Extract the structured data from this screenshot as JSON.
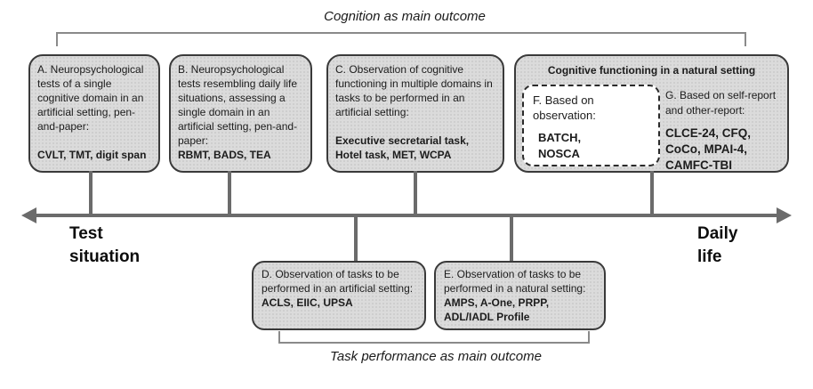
{
  "labels": {
    "top_outcome": "Cognition as main outcome",
    "bottom_outcome": "Task performance as main outcome"
  },
  "axis": {
    "left_label": "Test situation",
    "right_label": "Daily life"
  },
  "boxes": {
    "a": {
      "description": "A. Neuropsychological tests of a single cognitive domain in an artificial setting, pen-and-paper:",
      "instruments": "CVLT, TMT, digit span"
    },
    "b": {
      "description": "B. Neuropsychological tests resembling daily life situations, assessing a single domain in an artificial setting, pen-and-paper:",
      "instruments": "RBMT, BADS, TEA"
    },
    "c": {
      "description": "C. Observation of cognitive functioning in multiple domains in tasks to be performed in an artificial setting:",
      "instruments": "Executive secretarial task, Hotel task, MET, WCPA"
    },
    "fg": {
      "header": "Cognitive functioning in a natural setting",
      "f": {
        "description": "F. Based on observation:",
        "instruments": "BATCH, NOSCA"
      },
      "g": {
        "description": "G. Based on self-report and other-report:",
        "instruments": "CLCE-24, CFQ, CoCo, MPAI-4, CAMFC-TBI"
      }
    },
    "d": {
      "description": "D. Observation of tasks to be performed in an artificial setting:",
      "instruments": "ACLS, EIIC, UPSA"
    },
    "e": {
      "description": "E. Observation of tasks to be performed in a natural setting:",
      "instruments": "AMPS, A-One, PRPP, ADL/IADL Profile"
    }
  },
  "colors": {
    "box_fill": "#dbdbdb",
    "box_border": "#3a3a3a",
    "line_gray": "#6b6b6b",
    "bracket_gray": "#8a8a8a",
    "text": "#1c1c1c"
  }
}
